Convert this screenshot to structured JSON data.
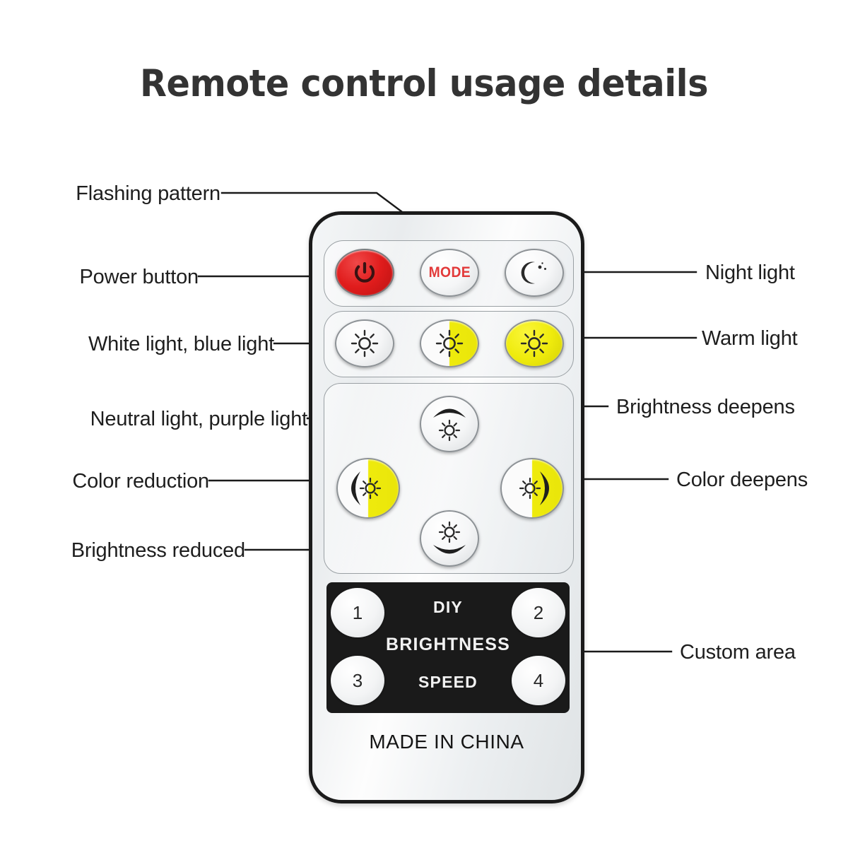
{
  "header": {
    "title": "Remote control usage details"
  },
  "callouts": {
    "left": [
      {
        "id": "flashing-pattern",
        "label": "Flashing pattern",
        "target": "mode-button"
      },
      {
        "id": "power-button",
        "label": "Power button",
        "target": "power-button"
      },
      {
        "id": "white-blue-light",
        "label": "White light, blue light",
        "target": "white-light-button"
      },
      {
        "id": "neutral-purple",
        "label": "Neutral light, purple light",
        "target": "neutral-light-button"
      },
      {
        "id": "color-reduction",
        "label": "Color reduction",
        "target": "color-reduction-button"
      },
      {
        "id": "brightness-reduced",
        "label": "Brightness reduced",
        "target": "brightness-reduce-button"
      }
    ],
    "right": [
      {
        "id": "night-light",
        "label": "Night light",
        "target": "night-light-button"
      },
      {
        "id": "warm-light",
        "label": "Warm light",
        "target": "warm-light-button"
      },
      {
        "id": "brightness-deepens",
        "label": "Brightness deepens",
        "target": "brightness-increase-button"
      },
      {
        "id": "color-deepens",
        "label": "Color deepens",
        "target": "color-deepen-button"
      },
      {
        "id": "custom-area",
        "label": "Custom area",
        "target": "diy-area"
      }
    ]
  },
  "remote": {
    "rows": {
      "row1": [
        {
          "id": "power-button",
          "icon": "power-icon",
          "color": "red",
          "label": ""
        },
        {
          "id": "mode-button",
          "icon": "mode-text",
          "color": "white",
          "label": "MODE"
        },
        {
          "id": "night-light-button",
          "icon": "moon-stars-icon",
          "color": "white",
          "label": ""
        }
      ],
      "row2": [
        {
          "id": "white-light-button",
          "icon": "sun-icon",
          "color": "white",
          "label": ""
        },
        {
          "id": "neutral-light-button",
          "icon": "sun-icon",
          "color": "halfyellow",
          "label": ""
        },
        {
          "id": "warm-light-button",
          "icon": "sun-icon",
          "color": "yellow",
          "label": ""
        }
      ],
      "arrows": [
        {
          "id": "brightness-increase-button",
          "icon": "sun-up-icon",
          "color": "white",
          "label": ""
        },
        {
          "id": "color-reduction-button",
          "icon": "sun-left-icon",
          "color": "halfyellow",
          "label": ""
        },
        {
          "id": "color-deepen-button",
          "icon": "sun-right-icon",
          "color": "halfyellow",
          "label": ""
        },
        {
          "id": "brightness-reduce-button",
          "icon": "sun-down-icon",
          "color": "white",
          "label": ""
        }
      ]
    },
    "diy": {
      "line1": "DIY",
      "line2": "BRIGHTNESS",
      "line3": "SPEED",
      "buttons": [
        {
          "id": "diy-button-1",
          "label": "1"
        },
        {
          "id": "diy-button-2",
          "label": "2"
        },
        {
          "id": "diy-button-3",
          "label": "3"
        },
        {
          "id": "diy-button-4",
          "label": "4"
        }
      ]
    },
    "footer_text": "MADE IN CHINA"
  },
  "colors": {
    "background": "#ffffff",
    "title": "#333333",
    "label": "#1e1e1e",
    "leader_line": "#1a1a1a",
    "power_red": "#e01c1c",
    "mode_red": "#e23a3a",
    "button_yellow": "#efeb0c",
    "remote_body": "#eef1f3",
    "remote_outline": "#1b1b1b",
    "diy_panel": "#1a1a1a",
    "diy_text": "#f2f2f2"
  }
}
